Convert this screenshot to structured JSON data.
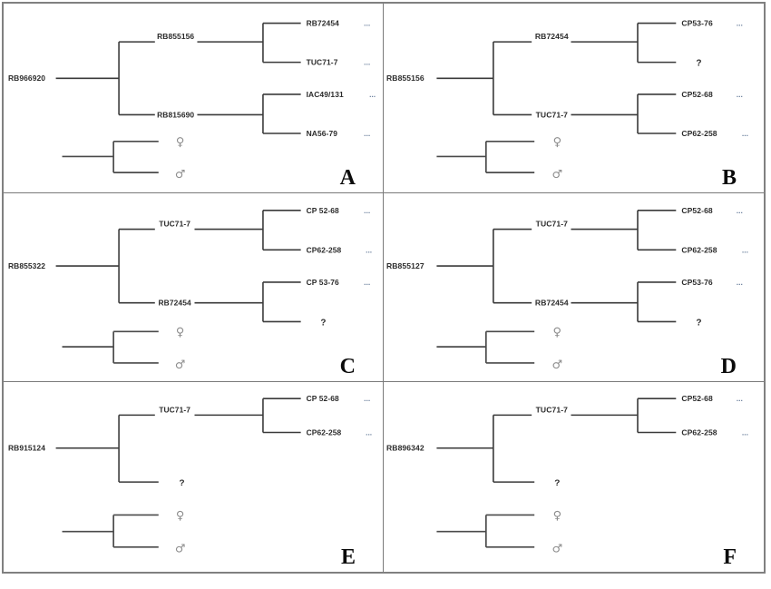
{
  "figure": {
    "type": "pedigree-panel-grid",
    "panel_count": 6,
    "columns": 2,
    "rows": 3,
    "background_color": "#ffffff",
    "border_color": "#808080",
    "line_color": "#3a3a3a",
    "ellipsis": "...",
    "unknown_marker": "?",
    "legend": {
      "female_symbol": "♀",
      "male_symbol": "♂",
      "female_name": "female-symbol",
      "male_name": "male-symbol"
    }
  },
  "panels": [
    {
      "letter": "A",
      "root": "RB966920",
      "mid": [
        {
          "label": "RB855156"
        },
        {
          "label": "RB815690"
        }
      ],
      "leaves": [
        {
          "label": "RB72454",
          "ellipsis": "..."
        },
        {
          "label": "TUC71-7",
          "ellipsis": "..."
        },
        {
          "label": "IAC49/131",
          "ellipsis": "..."
        },
        {
          "label": "NA56-79",
          "ellipsis": "..."
        }
      ]
    },
    {
      "letter": "B",
      "root": "RB855156",
      "mid": [
        {
          "label": "RB72454"
        },
        {
          "label": "TUC71-7"
        }
      ],
      "leaves": [
        {
          "label": "CP53-76",
          "ellipsis": "..."
        },
        {
          "label": "?",
          "ellipsis": ""
        },
        {
          "label": "CP52-68",
          "ellipsis": "..."
        },
        {
          "label": "CP62-258",
          "ellipsis": "..."
        }
      ]
    },
    {
      "letter": "C",
      "root": "RB855322",
      "mid": [
        {
          "label": "TUC71-7"
        },
        {
          "label": "RB72454"
        }
      ],
      "leaves": [
        {
          "label": "CP 52-68",
          "ellipsis": "..."
        },
        {
          "label": "CP62-258",
          "ellipsis": "..."
        },
        {
          "label": "CP 53-76",
          "ellipsis": "..."
        },
        {
          "label": "?",
          "ellipsis": ""
        }
      ]
    },
    {
      "letter": "D",
      "root": "RB855127",
      "mid": [
        {
          "label": "TUC71-7"
        },
        {
          "label": "RB72454"
        }
      ],
      "leaves": [
        {
          "label": "CP52-68",
          "ellipsis": "..."
        },
        {
          "label": "CP62-258",
          "ellipsis": "..."
        },
        {
          "label": "CP53-76",
          "ellipsis": "..."
        },
        {
          "label": "?",
          "ellipsis": ""
        }
      ]
    },
    {
      "letter": "E",
      "root": "RB915124",
      "mid": [
        {
          "label": "TUC71-7"
        },
        {
          "label": "?"
        }
      ],
      "leaves": [
        {
          "label": "CP 52-68",
          "ellipsis": "..."
        },
        {
          "label": "CP62-258",
          "ellipsis": "..."
        }
      ]
    },
    {
      "letter": "F",
      "root": "RB896342",
      "mid": [
        {
          "label": "TUC71-7"
        },
        {
          "label": "?"
        }
      ],
      "leaves": [
        {
          "label": "CP52-68",
          "ellipsis": "..."
        },
        {
          "label": "CP62-258",
          "ellipsis": "..."
        }
      ]
    }
  ]
}
